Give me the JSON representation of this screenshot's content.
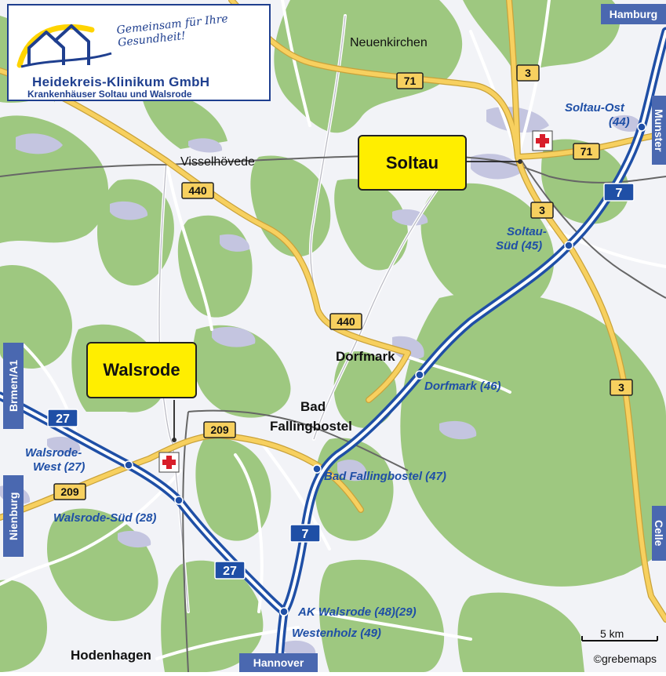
{
  "logo": {
    "slogan": "Gemeinsam für Ihre Gesundheit!",
    "title": "Heidekreis-Klinikum GmbH",
    "subtitle": "Krankenhäuser Soltau und Walsrode"
  },
  "cities": {
    "soltau": "Soltau",
    "walsrode": "Walsrode"
  },
  "places": {
    "neuenkirchen": "Neuenkirchen",
    "visselhoevede": "Visselhövede",
    "dorfmark": "Dorfmark",
    "bad": "Bad",
    "fallingbostel": "Fallingbostel",
    "hodenhagen": "Hodenhagen"
  },
  "exits": {
    "soltau_ost_1": "Soltau-Ost",
    "soltau_ost_2": "(44)",
    "soltau_sued_1": "Soltau-",
    "soltau_sued_2": "Süd (45)",
    "dorfmark": "Dorfmark (46)",
    "bad_fallingbostel": "Bad Fallingbostel (47)",
    "walsrode_west_1": "Walsrode-",
    "walsrode_west_2": "West (27)",
    "walsrode_sued": "Walsrode-Süd (28)",
    "ak_walsrode": "AK Walsrode (48)(29)",
    "westenholz": "Westenholz (49)"
  },
  "road_numbers": {
    "b71_west": "71",
    "b71_east": "71",
    "b3_north": "3",
    "b3_mid": "3",
    "b3_south": "3",
    "b440_north": "440",
    "b440_south": "440",
    "b209_east": "209",
    "b209_west": "209",
    "a7_north": "7",
    "a7_south": "7",
    "a27_west": "27",
    "a27_south": "27"
  },
  "edge_labels": {
    "hamburg": "Hamburg",
    "muenster": "Munster",
    "bremen": "Brmen/A1",
    "nienburg": "Nienburg",
    "celle": "Celle",
    "hannover": "Hannover"
  },
  "scale": {
    "label": "5 km"
  },
  "credit": "©grebemaps",
  "colors": {
    "background": "#f2f3f7",
    "forest": "#9ec880",
    "water": "#c4c5e0",
    "autobahn": "#1f4fa6",
    "bundesstrasse": "#f5c95a",
    "city_box": "#ffee00",
    "logo_blue": "#1f3f8f",
    "hospital_red": "#d81e2a"
  },
  "icons": [
    "hospital-cross-icon",
    "house-logo-icon"
  ]
}
